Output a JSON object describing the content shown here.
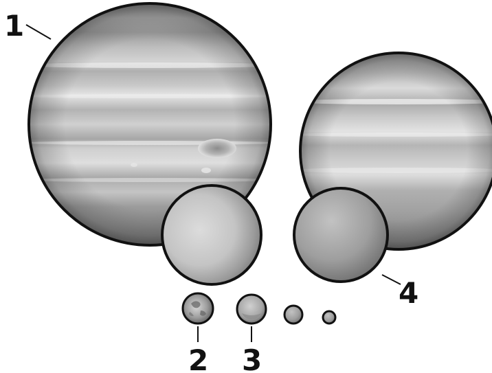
{
  "labels": {
    "one": "1",
    "two": "2",
    "three": "3",
    "four": "4"
  },
  "colors": {
    "outline": "#111111",
    "background": "#ffffff"
  }
}
